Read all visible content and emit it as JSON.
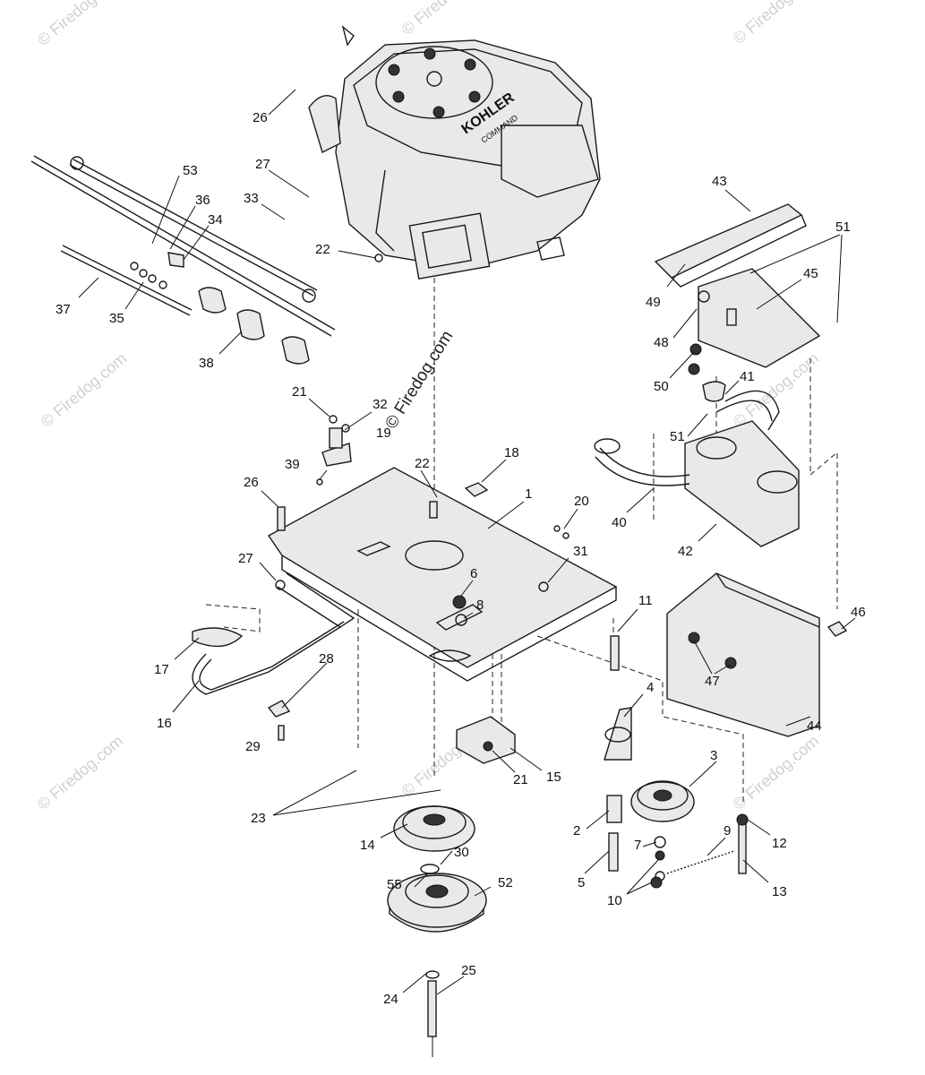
{
  "watermarks": {
    "main": "© Firedog.com",
    "repeat": "© Firedog.com"
  },
  "engine_brand": "KOHLER",
  "engine_badge": "COMMAND",
  "callouts": [
    {
      "id": "c26a",
      "text": "26"
    },
    {
      "id": "c27a",
      "text": "27"
    },
    {
      "id": "c33",
      "text": "33"
    },
    {
      "id": "c22a",
      "text": "22"
    },
    {
      "id": "c53",
      "text": "53"
    },
    {
      "id": "c36",
      "text": "36"
    },
    {
      "id": "c34",
      "text": "34"
    },
    {
      "id": "c37",
      "text": "37"
    },
    {
      "id": "c35",
      "text": "35"
    },
    {
      "id": "c38",
      "text": "38"
    },
    {
      "id": "c21a",
      "text": "21"
    },
    {
      "id": "c32",
      "text": "32"
    },
    {
      "id": "c19",
      "text": "19"
    },
    {
      "id": "c39",
      "text": "39"
    },
    {
      "id": "c22b",
      "text": "22"
    },
    {
      "id": "c18",
      "text": "18"
    },
    {
      "id": "c26b",
      "text": "26"
    },
    {
      "id": "c1",
      "text": "1"
    },
    {
      "id": "c20",
      "text": "20"
    },
    {
      "id": "c31",
      "text": "31"
    },
    {
      "id": "c6",
      "text": "6"
    },
    {
      "id": "c8",
      "text": "8"
    },
    {
      "id": "c27b",
      "text": "27"
    },
    {
      "id": "c17",
      "text": "17"
    },
    {
      "id": "c16",
      "text": "16"
    },
    {
      "id": "c28",
      "text": "28"
    },
    {
      "id": "c29",
      "text": "29"
    },
    {
      "id": "c43",
      "text": "43"
    },
    {
      "id": "c51a",
      "text": "51"
    },
    {
      "id": "c45",
      "text": "45"
    },
    {
      "id": "c49",
      "text": "49"
    },
    {
      "id": "c48",
      "text": "48"
    },
    {
      "id": "c50",
      "text": "50"
    },
    {
      "id": "c41",
      "text": "41"
    },
    {
      "id": "c51b",
      "text": "51"
    },
    {
      "id": "c40",
      "text": "40"
    },
    {
      "id": "c42",
      "text": "42"
    },
    {
      "id": "c46",
      "text": "46"
    },
    {
      "id": "c47",
      "text": "47"
    },
    {
      "id": "c44",
      "text": "44"
    },
    {
      "id": "c11",
      "text": "11"
    },
    {
      "id": "c4",
      "text": "4"
    },
    {
      "id": "c21b",
      "text": "21"
    },
    {
      "id": "c15",
      "text": "15"
    },
    {
      "id": "c3",
      "text": "3"
    },
    {
      "id": "c2",
      "text": "2"
    },
    {
      "id": "c7",
      "text": "7"
    },
    {
      "id": "c9",
      "text": "9"
    },
    {
      "id": "c12",
      "text": "12"
    },
    {
      "id": "c5",
      "text": "5"
    },
    {
      "id": "c10",
      "text": "10"
    },
    {
      "id": "c13",
      "text": "13"
    },
    {
      "id": "c23",
      "text": "23"
    },
    {
      "id": "c14",
      "text": "14"
    },
    {
      "id": "c30",
      "text": "30"
    },
    {
      "id": "c55",
      "text": "55"
    },
    {
      "id": "c52",
      "text": "52"
    },
    {
      "id": "c24",
      "text": "24"
    },
    {
      "id": "c25",
      "text": "25"
    }
  ]
}
